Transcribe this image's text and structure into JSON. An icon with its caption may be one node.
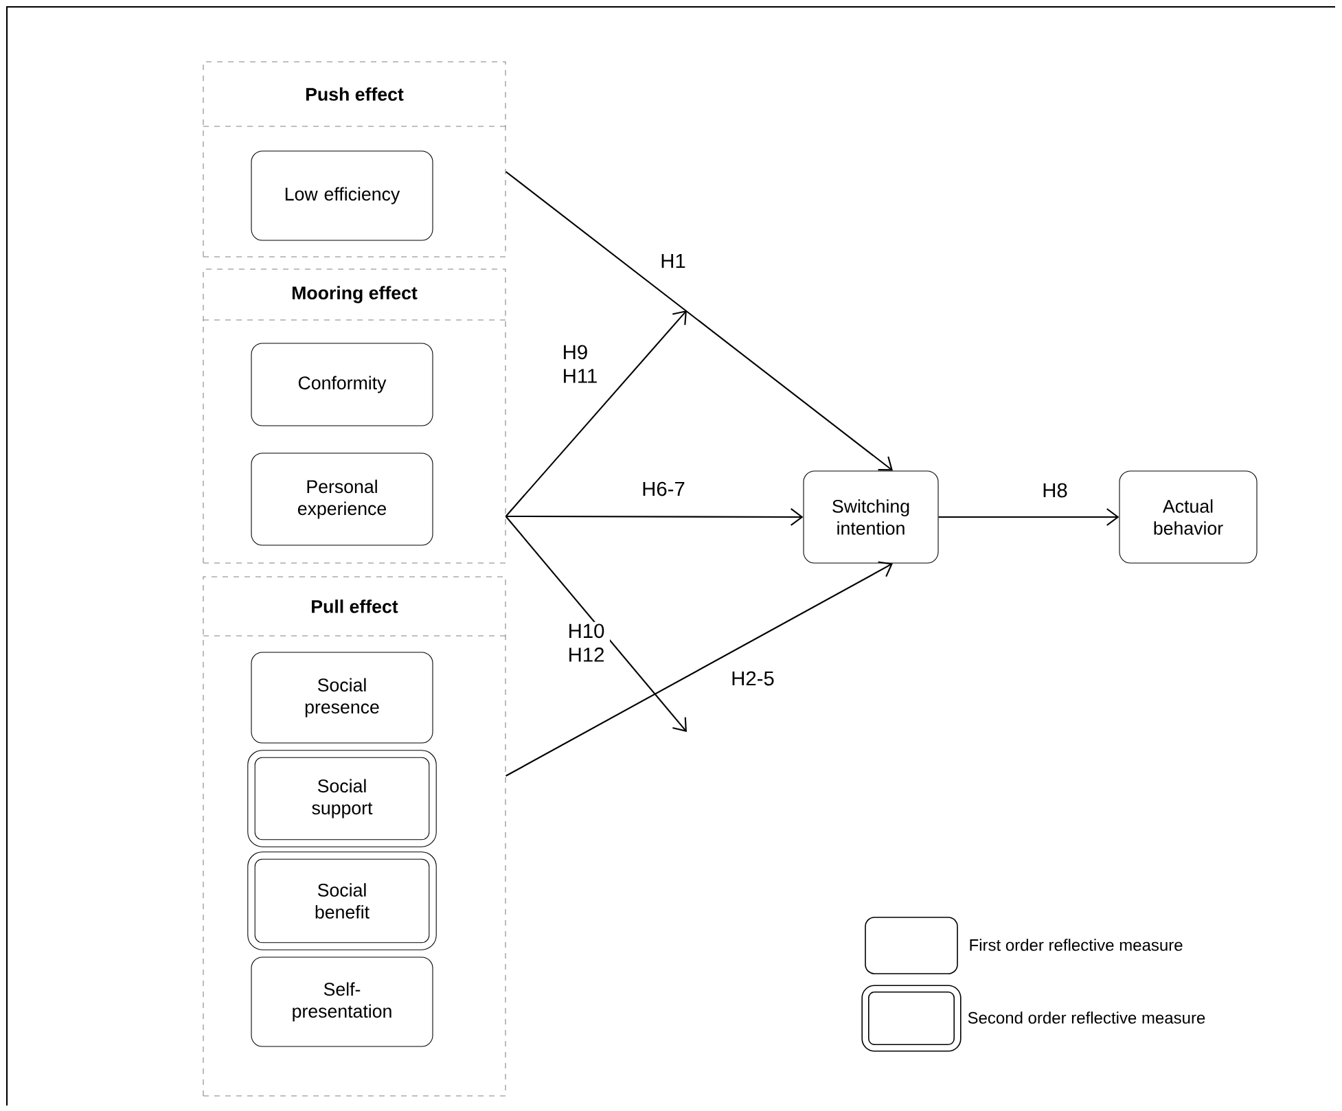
{
  "diagram": {
    "nodes": [
      {
        "text": [
          "Push effect"
        ]
      },
      {
        "text": [
          "Low efficiency"
        ],
        "in": 0
      },
      {
        "text": [
          "Mooring effect"
        ]
      },
      {
        "text": [
          "Conformity"
        ],
        "in": 2
      },
      {
        "text": [
          "Personal experience"
        ],
        "in": 2
      },
      {
        "text": [
          "Pull effect"
        ]
      },
      {
        "text": [
          "Social presence"
        ],
        "in": 5
      },
      {
        "text": [
          "Social support"
        ],
        "in": 5
      },
      {
        "text": [
          "Social benefit"
        ],
        "in": 5
      },
      {
        "text": [
          "Self-presentation"
        ],
        "in": 5
      },
      {
        "text": [
          "Switching intention"
        ]
      },
      {
        "text": [
          "Actual behavior"
        ]
      }
    ],
    "edges": [
      {
        "from": 0,
        "to": 10,
        "arrow": "to",
        "label": "H1"
      },
      {
        "from": 2,
        "to": null,
        "arrow": "to",
        "label": "H9 H11"
      },
      {
        "from": 2,
        "to": 10,
        "arrow": "to",
        "label": "H6-7"
      },
      {
        "from": 2,
        "to": null,
        "arrow": "to",
        "label": "H10 H12"
      },
      {
        "from": 5,
        "to": 10,
        "arrow": "to",
        "label": "H2-5"
      },
      {
        "from": 10,
        "to": 11,
        "arrow": "to",
        "label": "H8"
      }
    ],
    "legend": [
      {
        "text": "First order reflective measure"
      },
      {
        "text": "Second order reflective measure"
      }
    ]
  }
}
